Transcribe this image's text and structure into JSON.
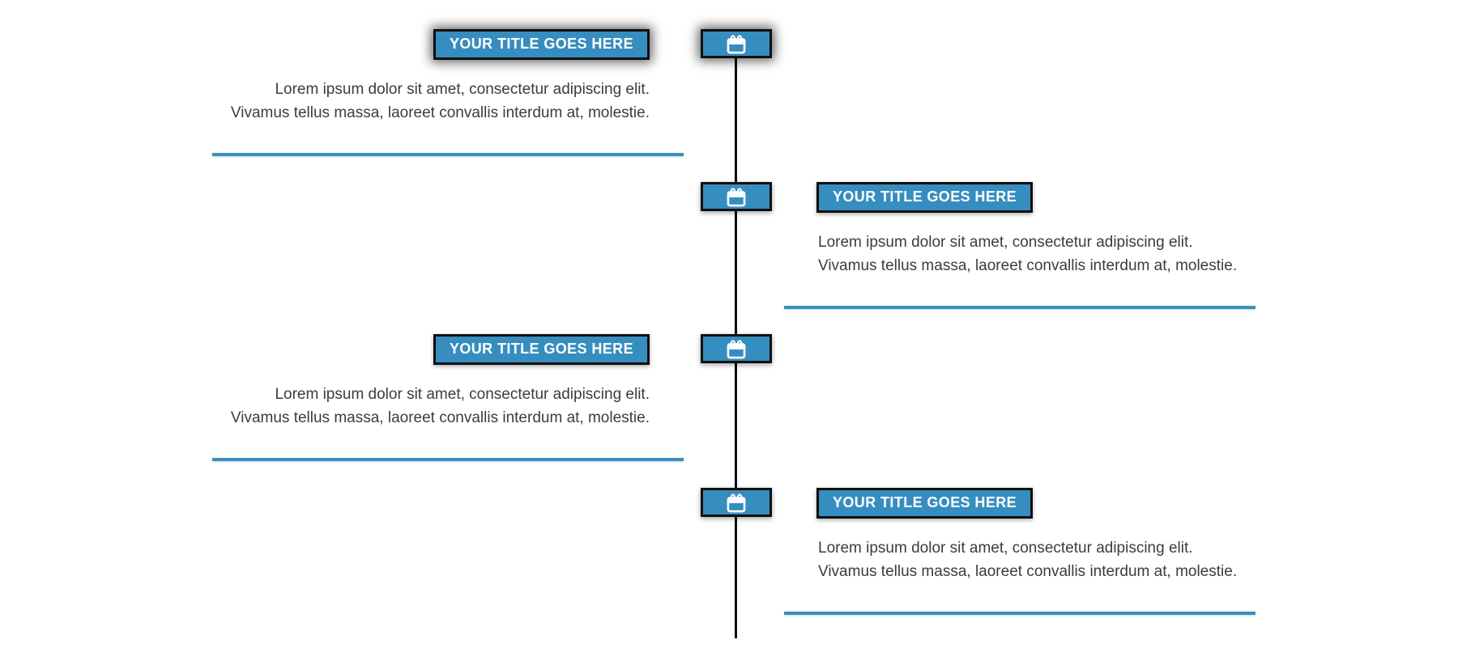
{
  "colors": {
    "accent_blue": "#368dbf",
    "divider_blue": "#3a8fc0",
    "box_border_black": "#0f0f0f",
    "axis_line_black": "#0f0f0f",
    "title_text_white": "#ffffff",
    "body_text_gray": "#3c3c3c",
    "page_background": "#ffffff"
  },
  "timeline": {
    "axis": "vertical-center-line",
    "items": [
      {
        "side": "left",
        "state": "highlighted",
        "icon": "calendar-icon",
        "title": "YOUR TITLE GOES HERE",
        "line1": "Lorem ipsum dolor sit amet, consectetur adipiscing elit.",
        "line2": "Vivamus tellus massa, laoreet convallis interdum at, molestie."
      },
      {
        "side": "right",
        "state": "normal",
        "icon": "calendar-icon",
        "title": "YOUR TITLE GOES HERE",
        "line1": "Lorem ipsum dolor sit amet, consectetur adipiscing elit.",
        "line2": "Vivamus tellus massa, laoreet convallis interdum at, molestie."
      },
      {
        "side": "left",
        "state": "normal",
        "icon": "calendar-icon",
        "title": "YOUR TITLE GOES HERE",
        "line1": "Lorem ipsum dolor sit amet, consectetur adipiscing elit.",
        "line2": "Vivamus tellus massa, laoreet convallis interdum at, molestie."
      },
      {
        "side": "right",
        "state": "normal",
        "icon": "calendar-icon",
        "title": "YOUR TITLE GOES HERE",
        "line1": "Lorem ipsum dolor sit amet, consectetur adipiscing elit.",
        "line2": "Vivamus tellus massa, laoreet convallis interdum at, molestie."
      }
    ]
  }
}
